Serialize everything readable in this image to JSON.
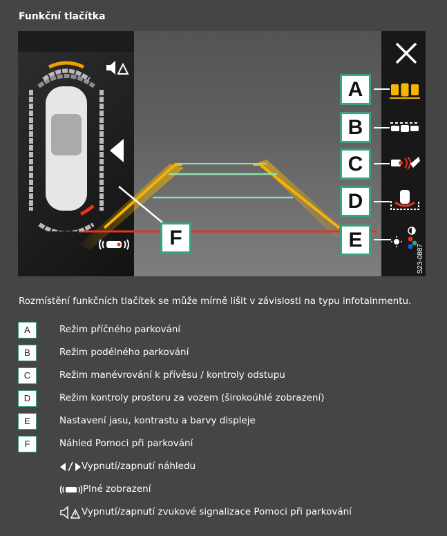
{
  "title": "Funkční tlačítka",
  "figure": {
    "labels": [
      "A",
      "B",
      "C",
      "D",
      "E",
      "F"
    ],
    "code": "S23-0887",
    "icons": [
      "close-icon",
      "sound-icon",
      "arrow-left-icon",
      "full-view-icon",
      "transverse-parking-icon",
      "parallel-parking-icon",
      "trailer-icon",
      "rear-space-icon",
      "brightness-contrast-color-icon"
    ],
    "colors": {
      "accent": "#3aa37a",
      "guide_yellow": "#f5b400",
      "guide_green": "#8fe0b0",
      "guide_red": "#e8321e",
      "sensor_orange": "#f0a000"
    }
  },
  "caption": "Rozmístění funkčních tlačítek se může mírně lišit v závislosti na typu infotainmentu.",
  "legend": [
    {
      "key": "A",
      "text": "Režim příčného parkování"
    },
    {
      "key": "B",
      "text": "Režim podélného parkování"
    },
    {
      "key": "C",
      "text": "Režim manévrování k přívěsu / kontroly odstupu"
    },
    {
      "key": "D",
      "text": "Režim kontroly prostoru za vozem (širokoúhlé zobrazení)"
    },
    {
      "key": "E",
      "text": "Nastavení jasu, kontrastu a barvy displeje"
    },
    {
      "key": "F",
      "text": "Náhled Pomoci při parkování"
    }
  ],
  "icon_rows": [
    {
      "icon": "arrow-left-right-icon",
      "text": "Vypnutí/zapnutí náhledu"
    },
    {
      "icon": "full-view-icon",
      "text": "Plné zobrazení"
    },
    {
      "icon": "sound-icon",
      "text": "Vypnutí/zapnutí zvukové signalizace Pomoci při parkování"
    }
  ]
}
